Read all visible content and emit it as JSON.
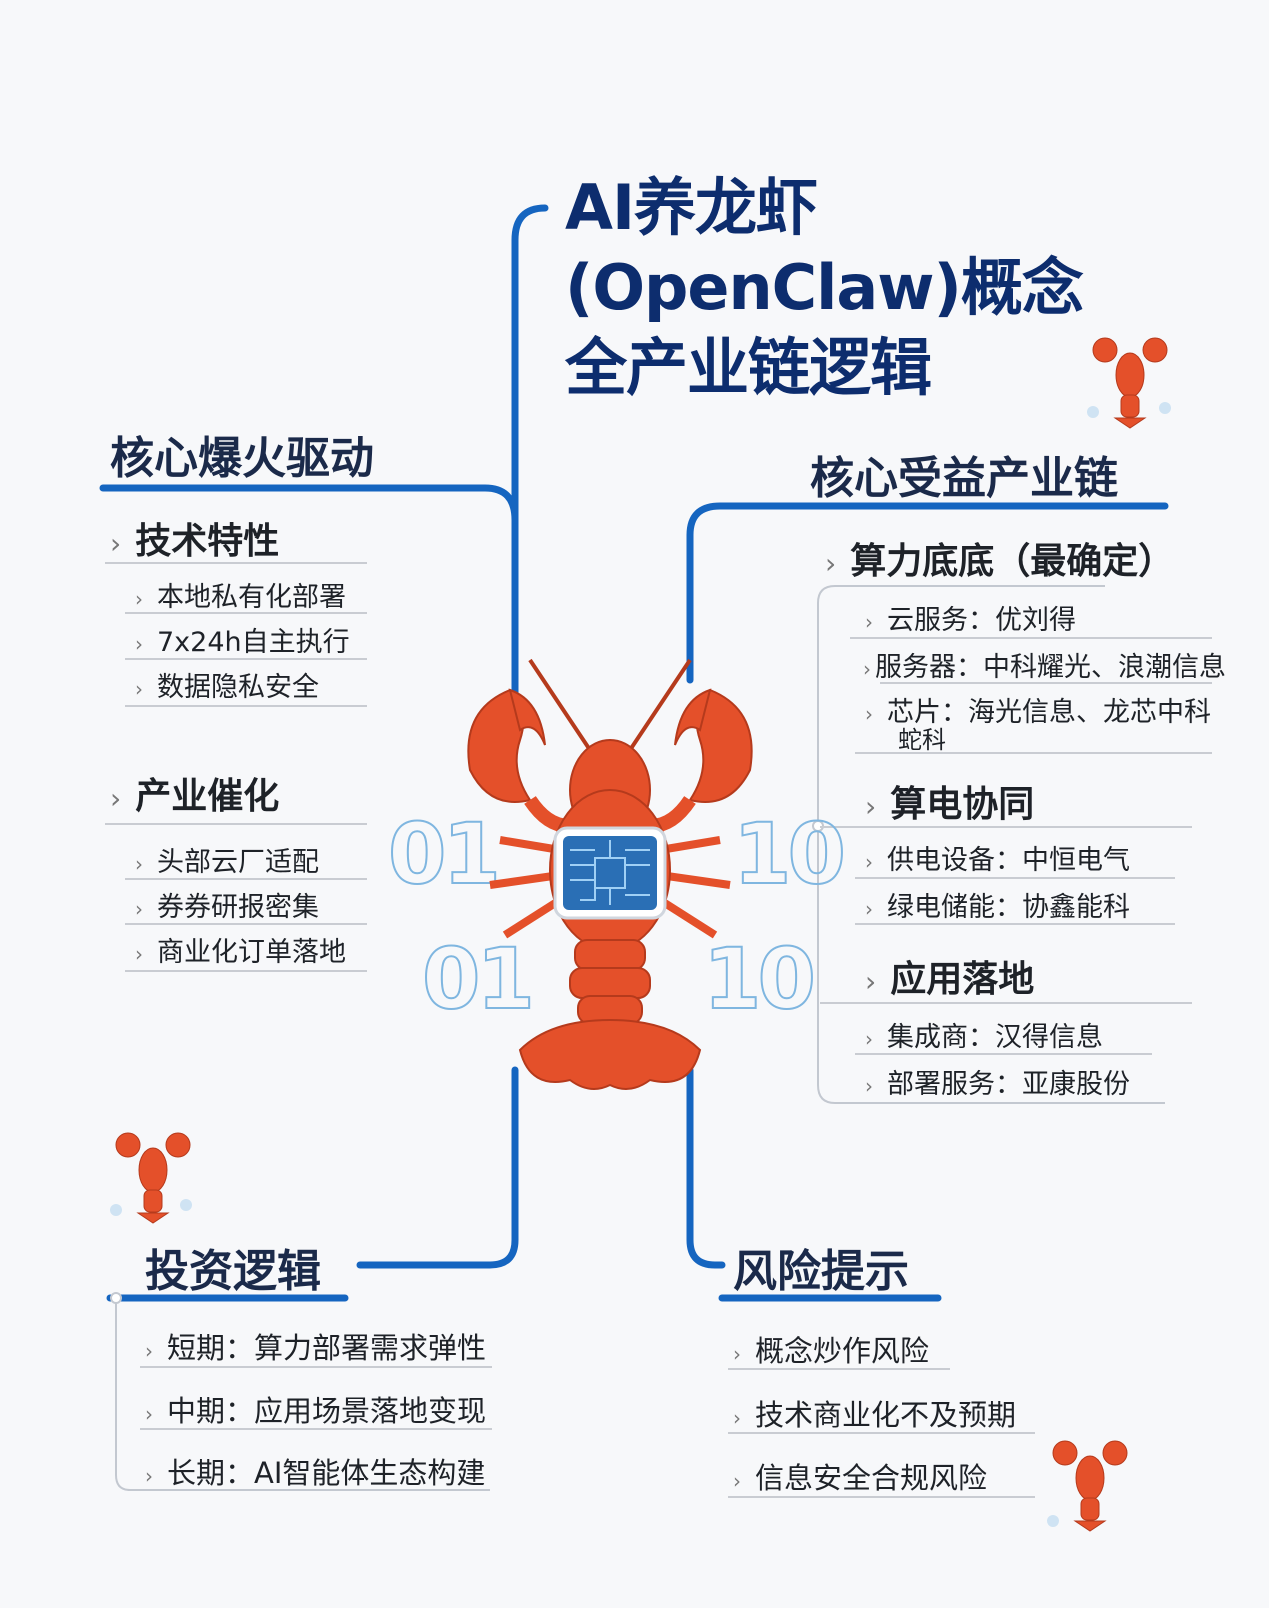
{
  "title": {
    "line1": "AI养龙虾",
    "line2": "(OpenClaw)概念",
    "line3": "全产业链逻辑"
  },
  "left": {
    "heading": "核心爆火驱动",
    "groups": [
      {
        "label": "技术特性",
        "items": [
          "本地私有化部署",
          "7x24h自主执行",
          "数据隐私安全"
        ]
      },
      {
        "label": "产业催化",
        "items": [
          "头部云厂适配",
          "券券研报密集",
          "商业化订单落地"
        ]
      }
    ]
  },
  "right": {
    "heading": "核心受益产业链",
    "groups": [
      {
        "label": "算力底底（最确定）",
        "items": [
          "云服务：优刘得",
          "服务器：中科耀光、浪潮信息",
          "芯片：海光信息、龙芯中科",
          "蛇科"
        ]
      },
      {
        "label": "算电协同",
        "items": [
          "供电设备：中恒电气",
          "绿电储能：协鑫能科"
        ]
      },
      {
        "label": "应用落地",
        "items": [
          "集成商：汉得信息",
          "部署服务：亚康股份"
        ]
      }
    ]
  },
  "invest": {
    "heading": "投资逻辑",
    "items": [
      "短期：算力部署需求弹性",
      "中期：应用场景落地变现",
      "长期：AI智能体生态构建"
    ]
  },
  "risk": {
    "heading": "风险提示",
    "items": [
      "概念炒作风险",
      "技术商业化不及预期",
      "信息安全合规风险"
    ]
  },
  "binary": [
    "01",
    "10",
    "01",
    "10"
  ],
  "icons": {
    "chevron": "›"
  },
  "colors": {
    "line": "#1565c0",
    "title": "#0d2d6e",
    "lobster": "#e4502a",
    "chip": "#2a6fb5"
  }
}
